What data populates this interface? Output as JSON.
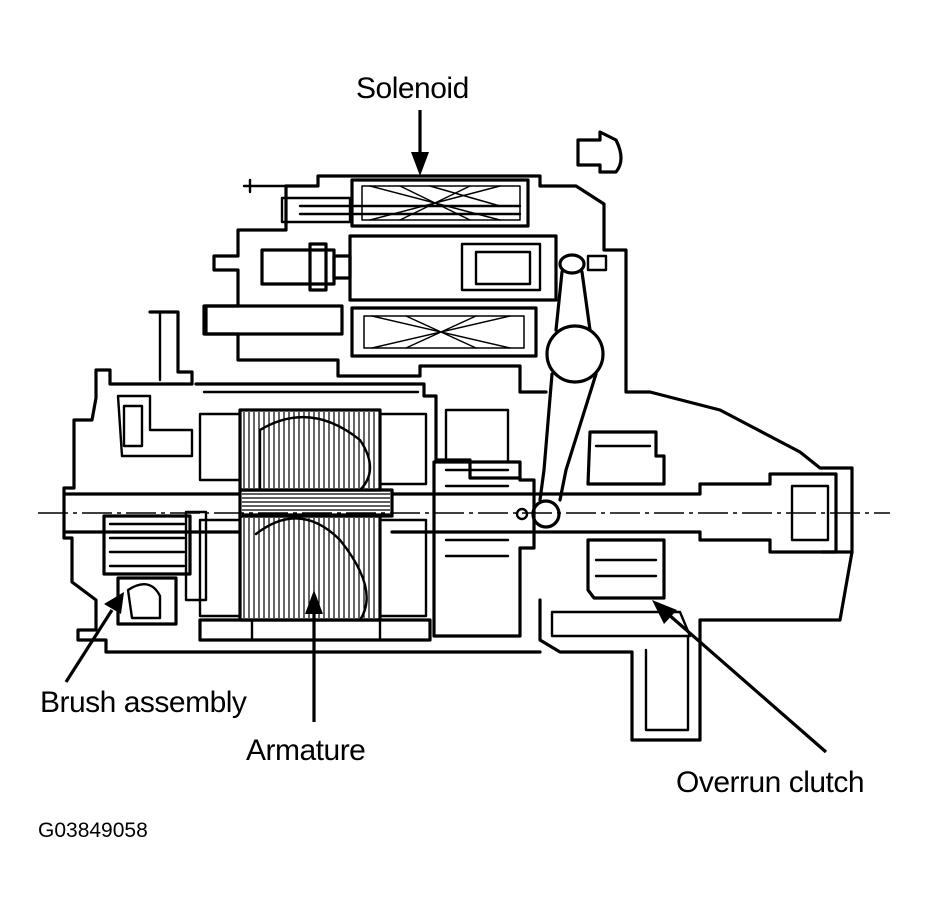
{
  "labels": {
    "solenoid": "Solenoid",
    "brush_assembly": "Brush assembly",
    "armature": "Armature",
    "overrun_clutch": "Overrun clutch"
  },
  "figure_id": "G03849058",
  "colors": {
    "line": "#000000",
    "background": "#ffffff"
  }
}
